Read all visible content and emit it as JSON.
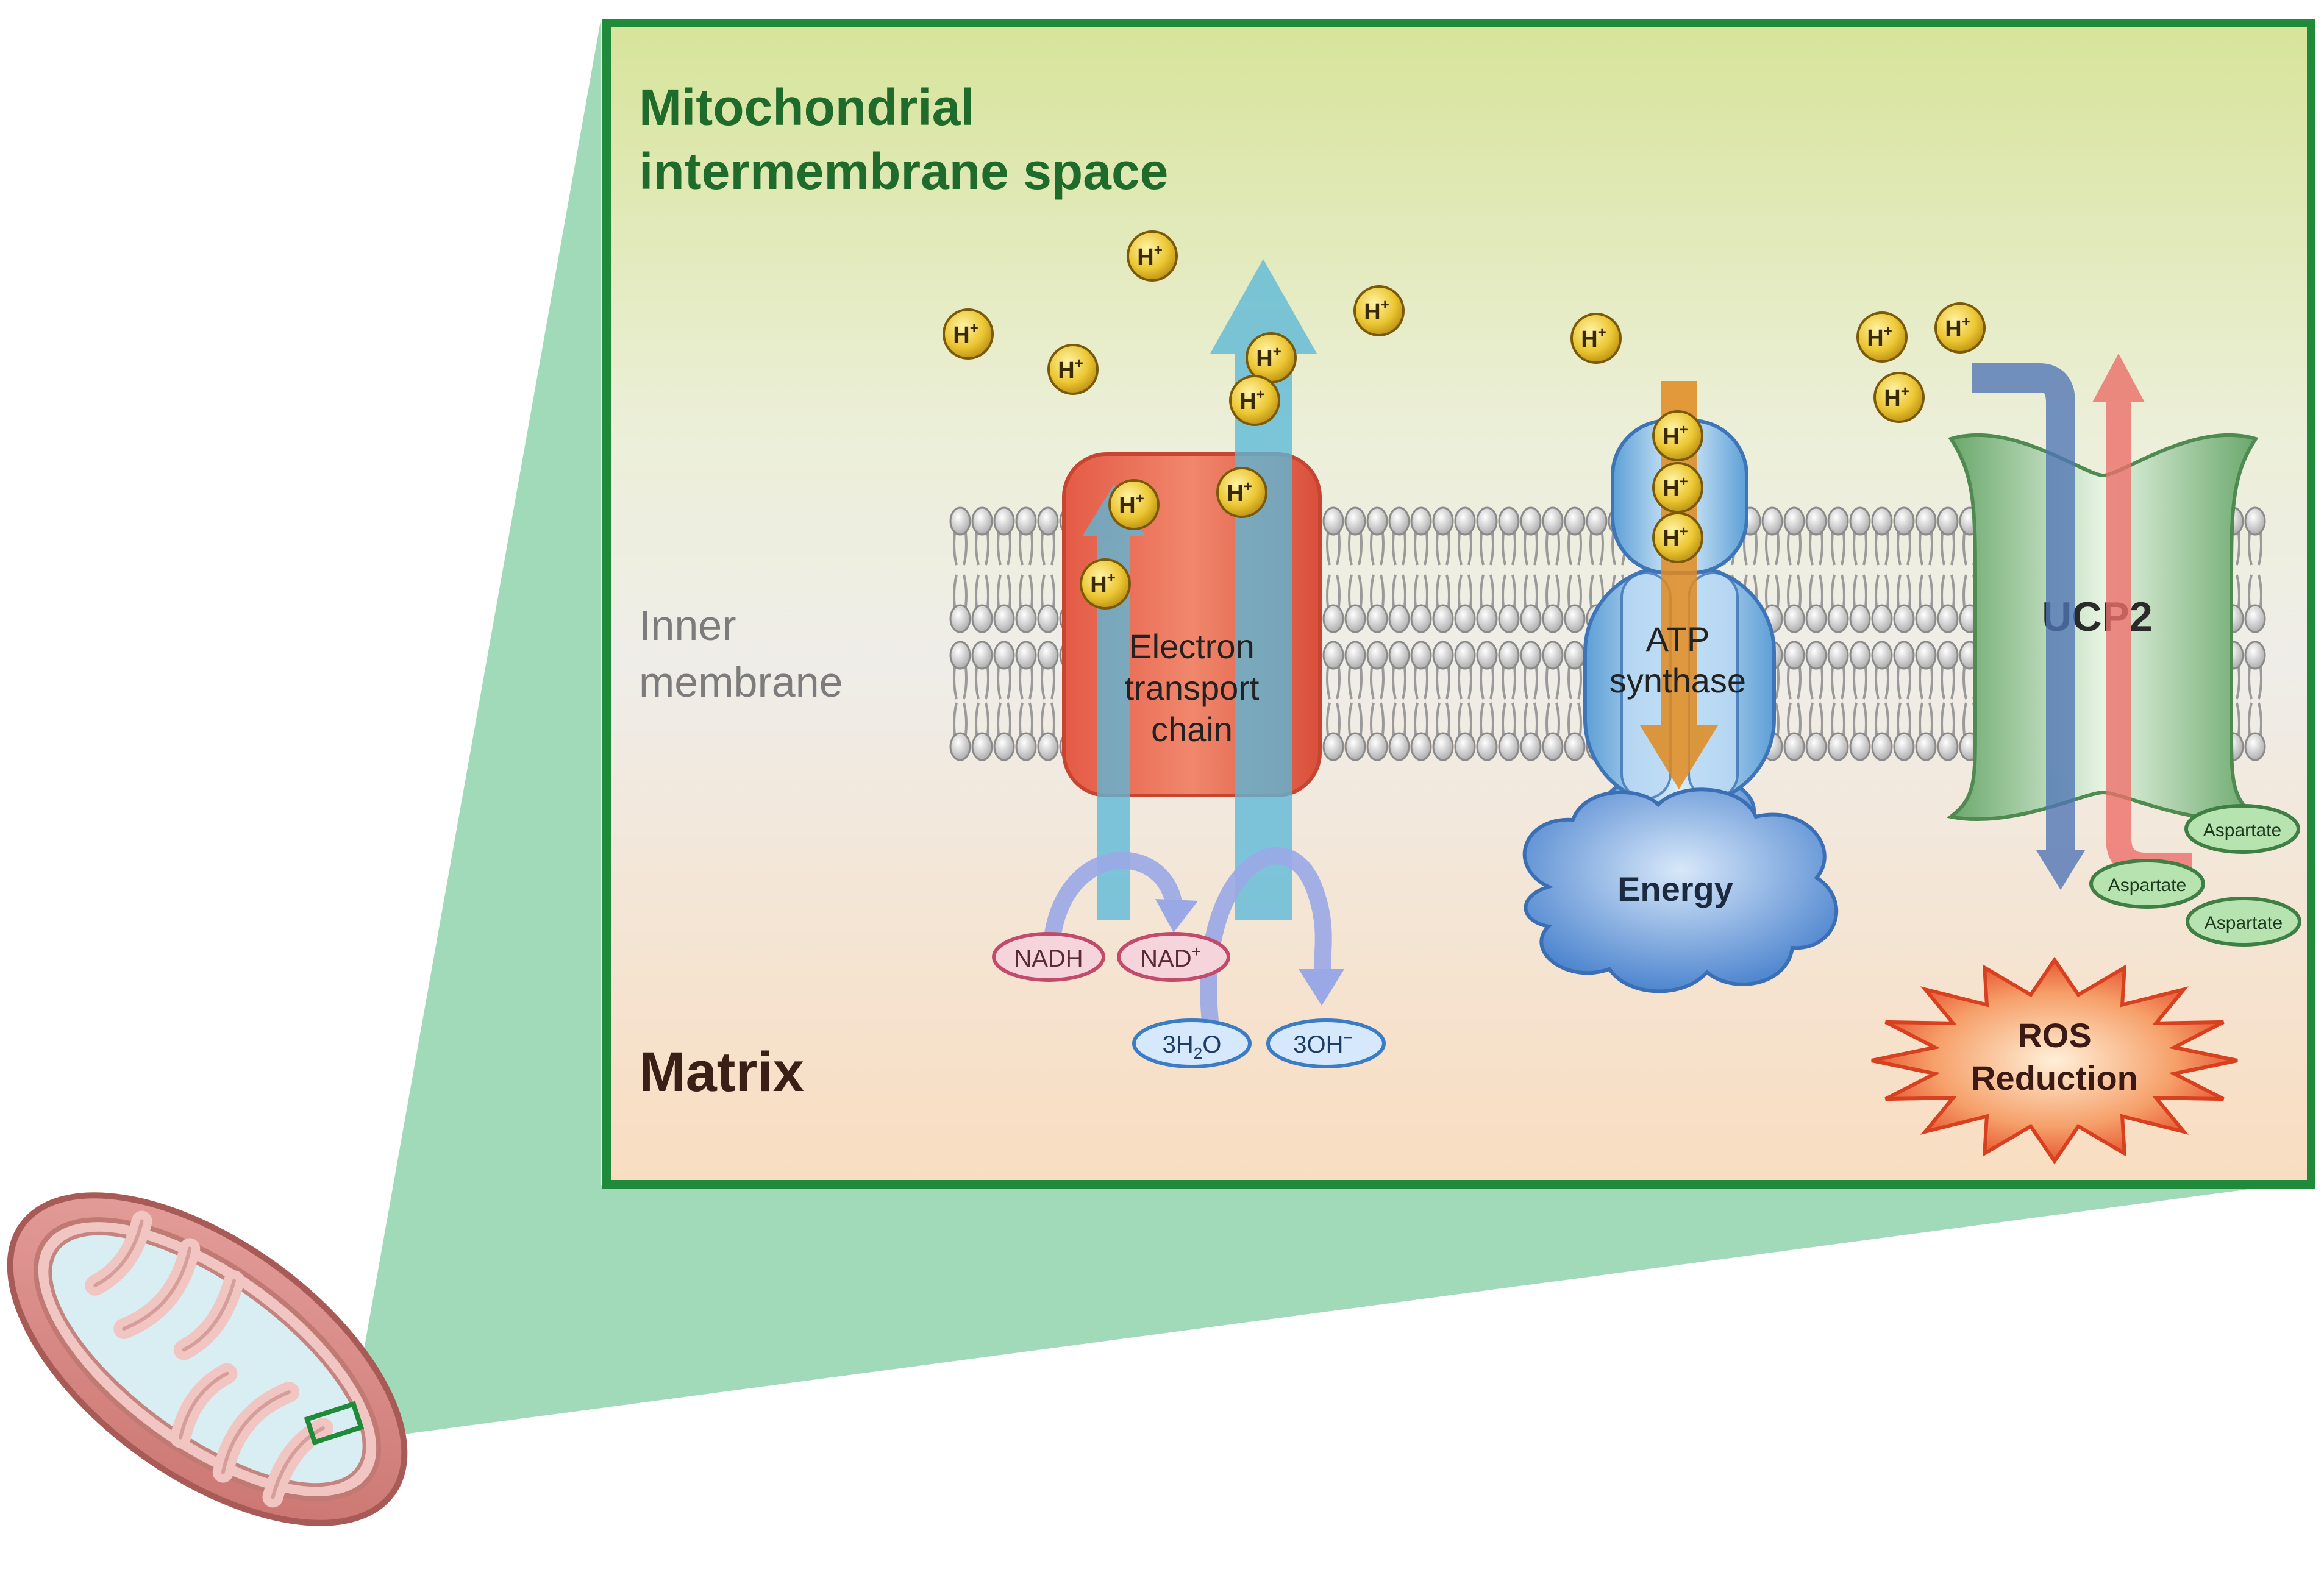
{
  "regions": {
    "intermembrane": {
      "line1": "Mitochondrial",
      "line2": "intermembrane space"
    },
    "inner_membrane": {
      "line1": "Inner",
      "line2": "membrane"
    },
    "matrix": "Matrix"
  },
  "etc": {
    "line1": "Electron",
    "line2": "transport",
    "line3": "chain"
  },
  "atp_synthase": {
    "line1": "ATP",
    "line2": "synthase"
  },
  "energy": "Energy",
  "ucp2": "UCP2",
  "ros": {
    "line1": "ROS",
    "line2": "Reduction"
  },
  "proton_label": "H",
  "proton_sup": "+",
  "nadh": "NADH",
  "nad": {
    "base": "NAD",
    "sup": "+"
  },
  "water": {
    "pre": "3H",
    "sub": "2",
    "post": "O"
  },
  "hydroxide": {
    "base": "3OH",
    "sup": "−"
  },
  "aspartate": "Aspartate",
  "colors": {
    "frame": "#1f8a3a",
    "zoom_fill": "#7fcf9f",
    "etc": "#e8604a",
    "blue_arrow": "#5bb8d8",
    "atp_arrow": "#e08a1e",
    "ucp2": "#7cb87e",
    "ros": "#e8452a",
    "proton": "#e9c21f"
  }
}
